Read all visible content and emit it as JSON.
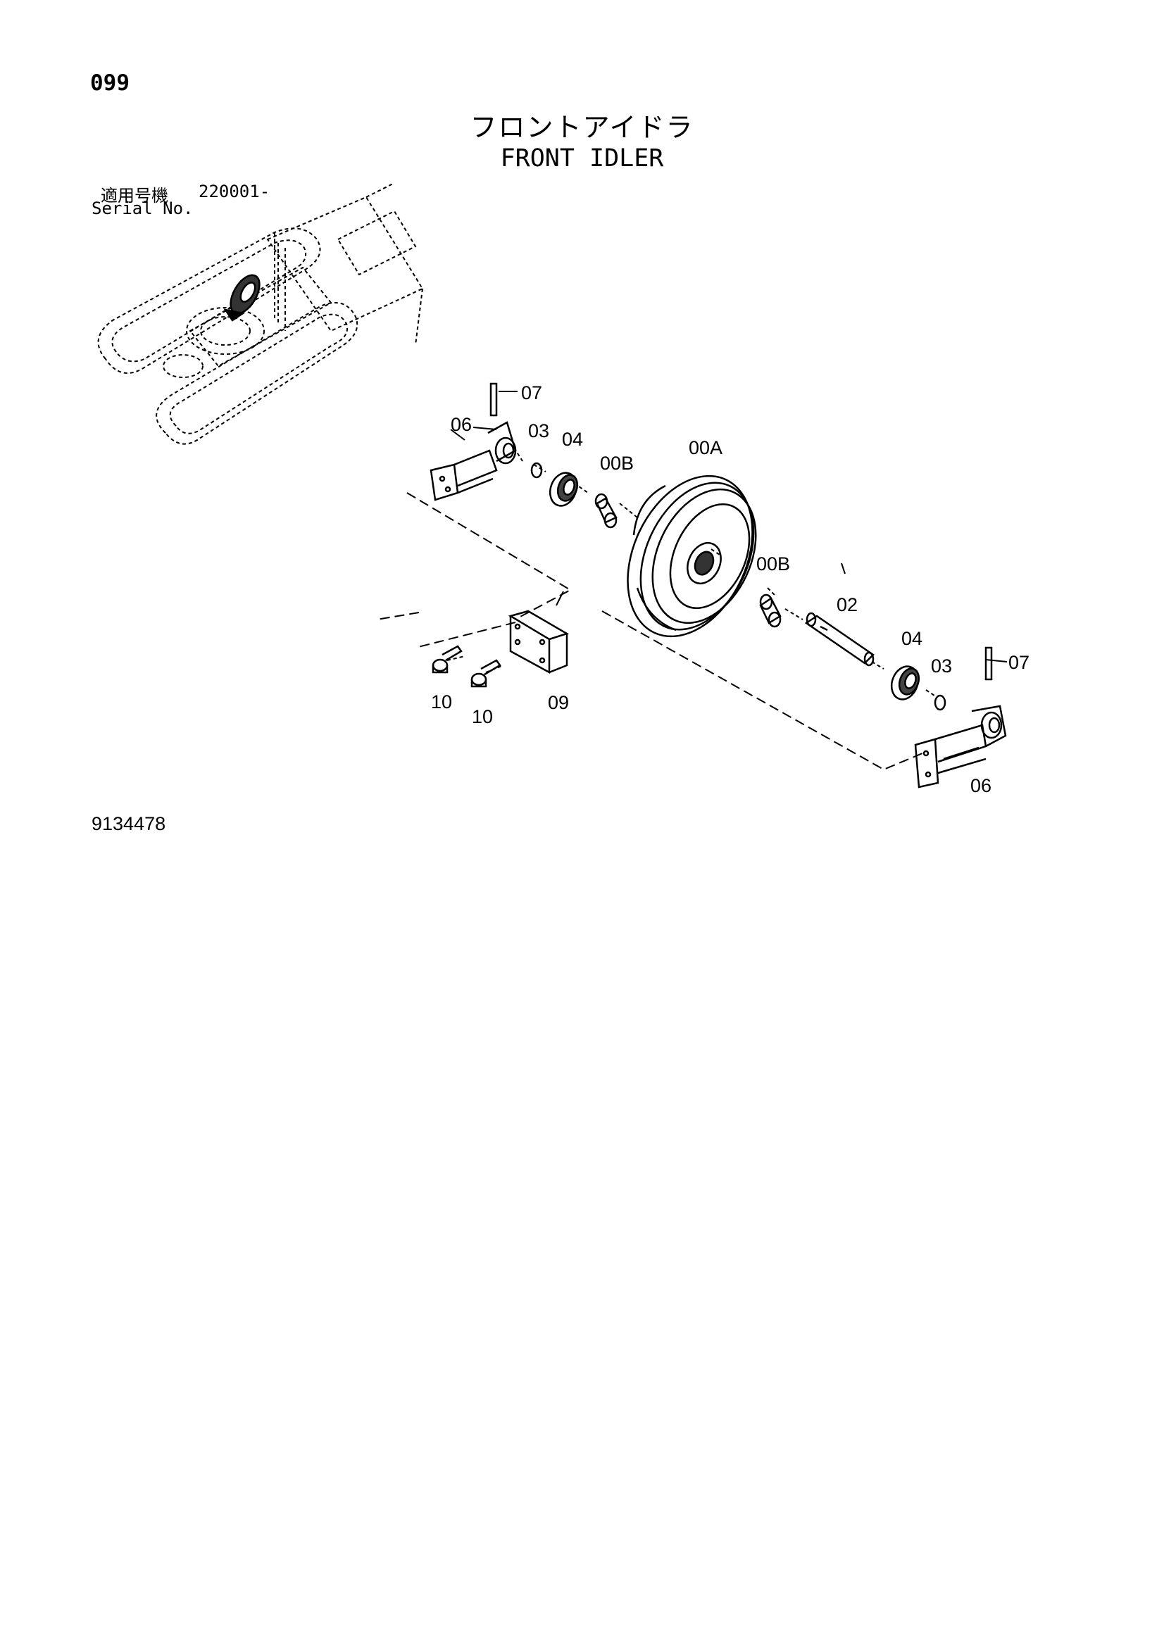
{
  "header": {
    "page_number": "099",
    "title_jp": "フロントアイドラ",
    "title_en": "FRONT IDLER",
    "serial_label_jp": "適用号機",
    "serial_range": "220001-",
    "serial_label_en": "Serial No."
  },
  "parts": [
    {
      "id": "part-07-top",
      "label": "07"
    },
    {
      "id": "part-06-left",
      "label": "06"
    },
    {
      "id": "part-03-left",
      "label": "03"
    },
    {
      "id": "part-04-left",
      "label": "04"
    },
    {
      "id": "part-00b-left",
      "label": "00B"
    },
    {
      "id": "part-00a",
      "label": "00A"
    },
    {
      "id": "part-00b-right",
      "label": "00B"
    },
    {
      "id": "part-02",
      "label": "02"
    },
    {
      "id": "part-04-right",
      "label": "04"
    },
    {
      "id": "part-03-right",
      "label": "03"
    },
    {
      "id": "part-07-right",
      "label": "07"
    },
    {
      "id": "part-06-right",
      "label": "06"
    },
    {
      "id": "part-09",
      "label": "09"
    },
    {
      "id": "part-10-left",
      "label": "10"
    },
    {
      "id": "part-10-right",
      "label": "10"
    }
  ],
  "footer": {
    "drawing_number": "9134478"
  }
}
